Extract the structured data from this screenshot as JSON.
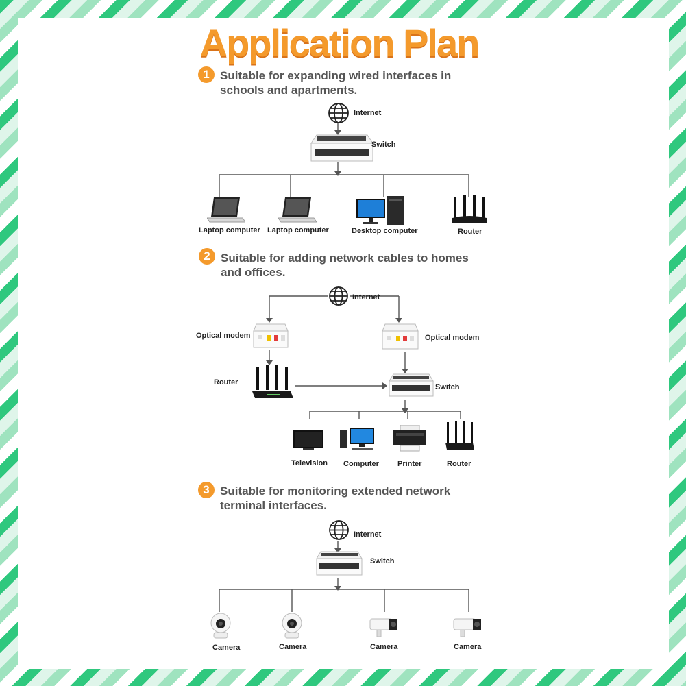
{
  "title": "Application Plan",
  "sections": [
    {
      "number": "1",
      "text": "Suitable for expanding wired interfaces in schools and apartments.",
      "internet": "Internet",
      "switch": "Switch",
      "devices": [
        "Laptop computer",
        "Laptop computer",
        "Desktop computer",
        "Router"
      ]
    },
    {
      "number": "2",
      "text": "Suitable for adding network cables to homes and offices.",
      "internet": "Internet",
      "modem_left": "Optical modem",
      "modem_right": "Optical modem",
      "router": "Router",
      "switch": "Switch",
      "devices": [
        "Television",
        "Computer",
        "Printer",
        "Router"
      ]
    },
    {
      "number": "3",
      "text": "Suitable for monitoring extended network terminal interfaces.",
      "internet": "Internet",
      "switch": "Switch",
      "devices": [
        "Camera",
        "Camera",
        "Camera",
        "Camera"
      ]
    }
  ],
  "colors": {
    "accent": "#f49a2c",
    "text": "#555555",
    "border_green": "#2fc87e"
  }
}
